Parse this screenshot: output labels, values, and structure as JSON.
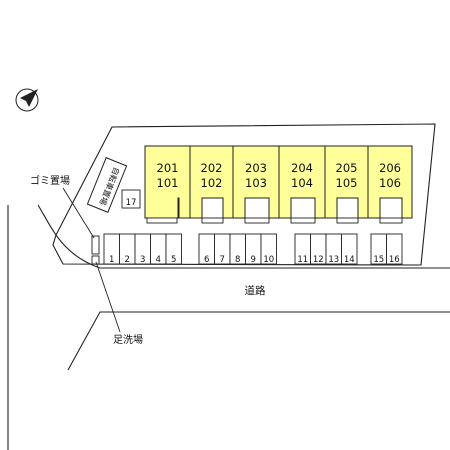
{
  "units": [
    {
      "upper": "201",
      "lower": "101"
    },
    {
      "upper": "202",
      "lower": "102"
    },
    {
      "upper": "203",
      "lower": "103"
    },
    {
      "upper": "204",
      "lower": "104"
    },
    {
      "upper": "205",
      "lower": "105"
    },
    {
      "upper": "206",
      "lower": "106"
    }
  ],
  "parking": [
    "1",
    "2",
    "3",
    "4",
    "5",
    "6",
    "7",
    "8",
    "9",
    "10",
    "11",
    "12",
    "13",
    "14",
    "15",
    "16",
    "17"
  ],
  "labels": {
    "road": "道路",
    "garbage": "ゴミ置場",
    "footwash": "足洗場",
    "bicycle": "自転車置場"
  },
  "colors": {
    "building": "#ffff99",
    "line": "#222222"
  },
  "icons": {
    "north_arrow": "north-arrow-icon"
  }
}
